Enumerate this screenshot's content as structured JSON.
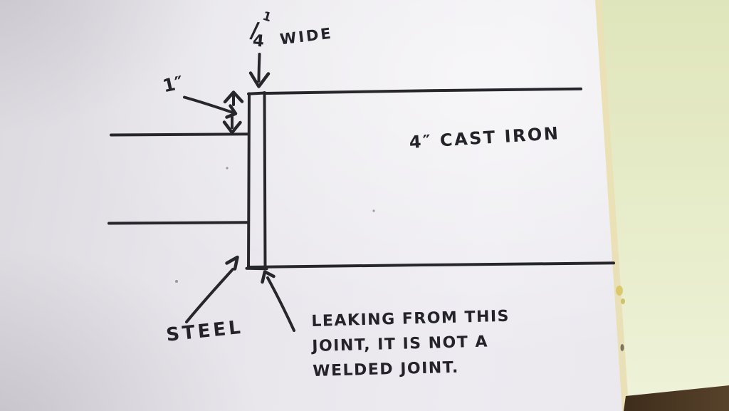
{
  "annotations": {
    "gap_width": {
      "numerator": "1",
      "slash": "/",
      "denominator": "4",
      "label": "WIDE"
    },
    "pipe_offset": {
      "label": "1″"
    },
    "cast_iron": {
      "label": "4″ CAST IRON"
    },
    "steel": {
      "label": "STEEL"
    },
    "leak_note": {
      "lines": [
        "LEAKING FROM THIS",
        "JOINT,  IT IS NOT A",
        "WELDED JOINT."
      ]
    }
  },
  "colors": {
    "ink": "#26262b",
    "paper": "#e7e5ea",
    "paper_shadow": "#d9d7dc",
    "folder_green_top": "#dfe5bb",
    "folder_green_bottom": "#eef2d8",
    "paper_edge_cream": "#e9dfb0",
    "wood_brown_dark": "#3e2d1b",
    "wood_brown_light": "#57422b"
  }
}
